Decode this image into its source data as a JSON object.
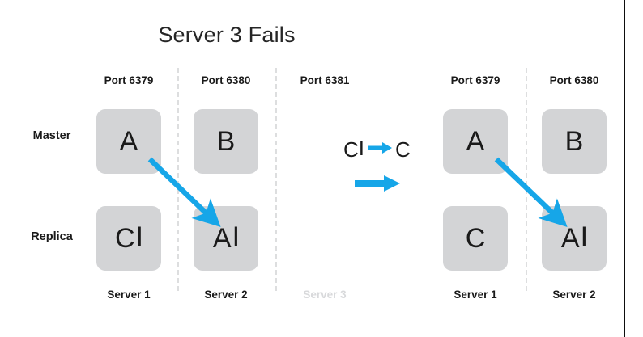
{
  "title": "Server 3 Fails",
  "row_labels": {
    "master": "Master",
    "replica": "Replica"
  },
  "colors": {
    "arrow": "#16A6E8",
    "node_fill": "#D3D4D6",
    "text": "#1A1A1A",
    "faded_text": "#D8D9DB",
    "divider": "#DDDEDF",
    "background": "#FFFFFF"
  },
  "before_group": {
    "columns": [
      {
        "port": "Port 6379",
        "server": "Server 1",
        "faded": false,
        "master": {
          "letter": "A",
          "prime": ""
        },
        "replica": {
          "letter": "C",
          "prime": "I"
        }
      },
      {
        "port": "Port 6380",
        "server": "Server 2",
        "faded": false,
        "master": {
          "letter": "B",
          "prime": ""
        },
        "replica": {
          "letter": "A",
          "prime": "I"
        }
      },
      {
        "port": "Port 6381",
        "server": "Server 3",
        "faded": true,
        "master": null,
        "replica": null
      }
    ]
  },
  "after_group": {
    "columns": [
      {
        "port": "Port 6379",
        "server": "Server 1",
        "faded": false,
        "master": {
          "letter": "A",
          "prime": ""
        },
        "replica": {
          "letter": "C",
          "prime": ""
        }
      },
      {
        "port": "Port 6380",
        "server": "Server 2",
        "faded": false,
        "master": {
          "letter": "B",
          "prime": ""
        },
        "replica": {
          "letter": "A",
          "prime": "I"
        }
      }
    ]
  },
  "legend": {
    "from_letter": "C",
    "from_prime": "I",
    "arrow_icon": "right-arrow-icon",
    "to_letter": "C",
    "transition_arrow_icon": "right-arrow-icon"
  }
}
